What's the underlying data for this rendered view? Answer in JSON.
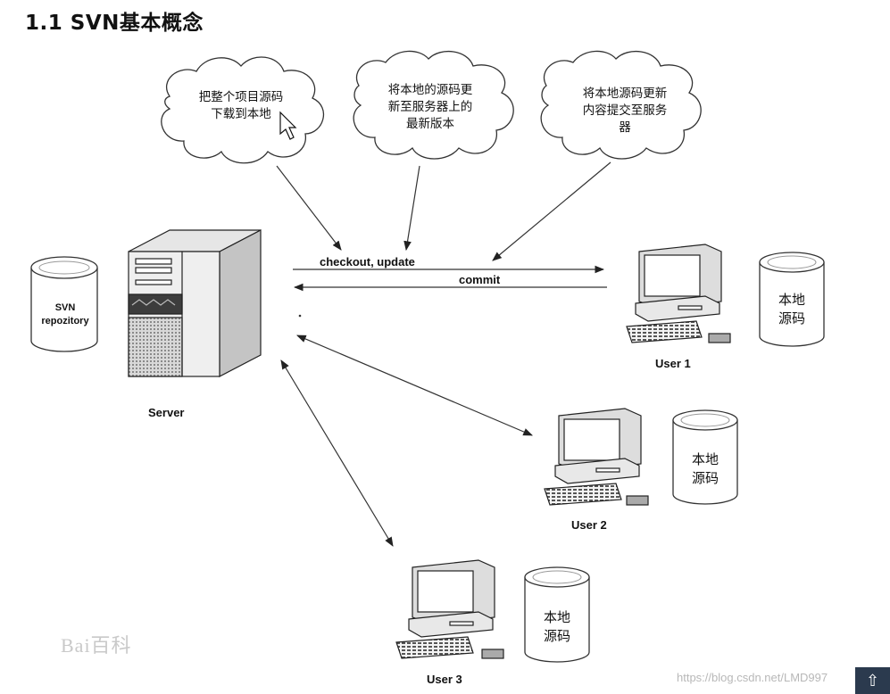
{
  "title": "1.1 SVN基本概念",
  "clouds": [
    {
      "line1": "把整个项目源码",
      "line2": "下载到本地",
      "line3": ""
    },
    {
      "line1": "将本地的源码更",
      "line2": "新至服务器上的",
      "line3": "最新版本"
    },
    {
      "line1": "将本地源码更新",
      "line2": "内容提交至服务",
      "line3": "器"
    }
  ],
  "arrows": {
    "checkout": "checkout, update",
    "commit": "commit"
  },
  "repository": {
    "line1": "SVN",
    "line2": "repozitory"
  },
  "server_label": "Server",
  "users": [
    {
      "label": "User 1",
      "db_line1": "本地",
      "db_line2": "源码"
    },
    {
      "label": "User 2",
      "db_line1": "本地",
      "db_line2": "源码"
    },
    {
      "label": "User 3",
      "db_line1": "本地",
      "db_line2": "源码"
    }
  ],
  "watermark": "Bai百科",
  "csdn_watermark": "https://blog.csdn.net/LMD997",
  "top_button_icon": "arrow-up-icon"
}
